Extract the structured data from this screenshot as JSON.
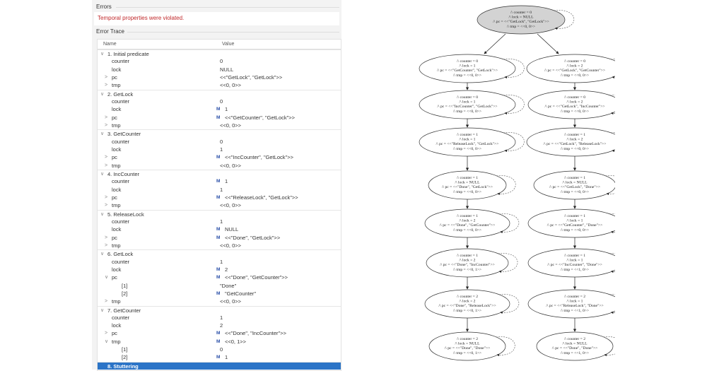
{
  "errors_label": "Errors",
  "error_message": "Temporal properties were violated.",
  "trace_label": "Error Trace",
  "columns": {
    "name": "Name",
    "value": "Value"
  },
  "modified_marker": "M",
  "colors": {
    "error": "#c0282a",
    "selection": "#2b74c7",
    "modified": "#2a4fa8",
    "initial_node": "#d3d3d3"
  },
  "trace": [
    {
      "label": "1. Initial predicate",
      "expanded": true,
      "vars": [
        {
          "name": "counter",
          "value": "0",
          "m": false
        },
        {
          "name": "lock",
          "value": "NULL",
          "m": false
        },
        {
          "name": "pc",
          "value": "<<\"GetLock\", \"GetLock\">>",
          "m": false,
          "exp": "collapsed"
        },
        {
          "name": "tmp",
          "value": "<<0, 0>>",
          "m": false,
          "exp": "collapsed"
        }
      ]
    },
    {
      "label": "2. GetLock",
      "expanded": true,
      "vars": [
        {
          "name": "counter",
          "value": "0",
          "m": false
        },
        {
          "name": "lock",
          "value": "1",
          "m": true
        },
        {
          "name": "pc",
          "value": "<<\"GetCounter\", \"GetLock\">>",
          "m": true,
          "exp": "collapsed"
        },
        {
          "name": "tmp",
          "value": "<<0, 0>>",
          "m": false,
          "exp": "collapsed"
        }
      ]
    },
    {
      "label": "3. GetCounter",
      "expanded": true,
      "vars": [
        {
          "name": "counter",
          "value": "0",
          "m": false
        },
        {
          "name": "lock",
          "value": "1",
          "m": false
        },
        {
          "name": "pc",
          "value": "<<\"IncCounter\", \"GetLock\">>",
          "m": true,
          "exp": "collapsed"
        },
        {
          "name": "tmp",
          "value": "<<0, 0>>",
          "m": false,
          "exp": "collapsed"
        }
      ]
    },
    {
      "label": "4. IncCounter",
      "expanded": true,
      "vars": [
        {
          "name": "counter",
          "value": "1",
          "m": true
        },
        {
          "name": "lock",
          "value": "1",
          "m": false
        },
        {
          "name": "pc",
          "value": "<<\"ReleaseLock\", \"GetLock\">>",
          "m": true,
          "exp": "collapsed"
        },
        {
          "name": "tmp",
          "value": "<<0, 0>>",
          "m": false,
          "exp": "collapsed"
        }
      ]
    },
    {
      "label": "5. ReleaseLock",
      "expanded": true,
      "vars": [
        {
          "name": "counter",
          "value": "1",
          "m": false
        },
        {
          "name": "lock",
          "value": "NULL",
          "m": true
        },
        {
          "name": "pc",
          "value": "<<\"Done\", \"GetLock\">>",
          "m": true,
          "exp": "collapsed"
        },
        {
          "name": "tmp",
          "value": "<<0, 0>>",
          "m": false,
          "exp": "collapsed"
        }
      ]
    },
    {
      "label": "6. GetLock",
      "expanded": true,
      "vars": [
        {
          "name": "counter",
          "value": "1",
          "m": false
        },
        {
          "name": "lock",
          "value": "2",
          "m": true
        },
        {
          "name": "pc",
          "value": "<<\"Done\", \"GetCounter\">>",
          "m": true,
          "exp": "expanded"
        },
        {
          "name": "[1]",
          "value": "\"Done\"",
          "m": false,
          "sub": true
        },
        {
          "name": "[2]",
          "value": "\"GetCounter\"",
          "m": true,
          "sub": true
        },
        {
          "name": "tmp",
          "value": "<<0, 0>>",
          "m": false,
          "exp": "collapsed"
        }
      ]
    },
    {
      "label": "7. GetCounter",
      "expanded": true,
      "vars": [
        {
          "name": "counter",
          "value": "1",
          "m": false
        },
        {
          "name": "lock",
          "value": "2",
          "m": false
        },
        {
          "name": "pc",
          "value": "<<\"Done\", \"IncCounter\">>",
          "m": true,
          "exp": "collapsed"
        },
        {
          "name": "tmp",
          "value": "<<0, 1>>",
          "m": true,
          "exp": "expanded"
        },
        {
          "name": "[1]",
          "value": "0",
          "m": false,
          "sub": true
        },
        {
          "name": "[2]",
          "value": "1",
          "m": true,
          "sub": true
        }
      ]
    },
    {
      "label": "8. Stuttering",
      "expanded": false,
      "selected": true,
      "vars": []
    }
  ],
  "graph": {
    "initial": [
      "/\\ counter = 0",
      "/\\ lock = NULL",
      "/\\ pc = <<\"GetLock\", \"GetLock\">>",
      "/\\ tmp = <<0, 0>>"
    ],
    "left": [
      [
        "/\\ counter = 0",
        "/\\ lock = 1",
        "/\\ pc = <<\"GetCounter\", \"GetLock\">>",
        "/\\ tmp = <<0, 0>>"
      ],
      [
        "/\\ counter = 0",
        "/\\ lock = 1",
        "/\\ pc = <<\"IncCounter\", \"GetLock\">>",
        "/\\ tmp = <<0, 0>>"
      ],
      [
        "/\\ counter = 1",
        "/\\ lock = 1",
        "/\\ pc = <<\"ReleaseLock\", \"GetLock\">>",
        "/\\ tmp = <<0, 0>>"
      ],
      [
        "/\\ counter = 1",
        "/\\ lock = NULL",
        "/\\ pc = <<\"Done\", \"GetLock\">>",
        "/\\ tmp = <<0, 0>>"
      ],
      [
        "/\\ counter = 1",
        "/\\ lock = 2",
        "/\\ pc = <<\"Done\", \"GetCounter\">>",
        "/\\ tmp = <<0, 0>>"
      ],
      [
        "/\\ counter = 1",
        "/\\ lock = 2",
        "/\\ pc = <<\"Done\", \"IncCounter\">>",
        "/\\ tmp = <<0, 1>>"
      ],
      [
        "/\\ counter = 2",
        "/\\ lock = 2",
        "/\\ pc = <<\"Done\", \"ReleaseLock\">>",
        "/\\ tmp = <<0, 1>>"
      ],
      [
        "/\\ counter = 2",
        "/\\ lock = NULL",
        "/\\ pc = <<\"Done\", \"Done\">>",
        "/\\ tmp = <<0, 1>>"
      ]
    ],
    "right": [
      [
        "/\\ counter = 0",
        "/\\ lock = 2",
        "/\\ pc = <<\"GetLock\", \"GetCounter\">>",
        "/\\ tmp = <<0, 0>>"
      ],
      [
        "/\\ counter = 0",
        "/\\ lock = 2",
        "/\\ pc = <<\"GetLock\", \"IncCounter\">>",
        "/\\ tmp = <<0, 0>>"
      ],
      [
        "/\\ counter = 1",
        "/\\ lock = 2",
        "/\\ pc = <<\"GetLock\", \"ReleaseLock\">>",
        "/\\ tmp = <<0, 0>>"
      ],
      [
        "/\\ counter = 1",
        "/\\ lock = NULL",
        "/\\ pc = <<\"GetLock\", \"Done\">>",
        "/\\ tmp = <<0, 0>>"
      ],
      [
        "/\\ counter = 1",
        "/\\ lock = 1",
        "/\\ pc = <<\"GetCounter\", \"Done\">>",
        "/\\ tmp = <<0, 0>>"
      ],
      [
        "/\\ counter = 1",
        "/\\ lock = 1",
        "/\\ pc = <<\"IncCounter\", \"Done\">>",
        "/\\ tmp = <<1, 0>>"
      ],
      [
        "/\\ counter = 2",
        "/\\ lock = 1",
        "/\\ pc = <<\"ReleaseLock\", \"Done\">>",
        "/\\ tmp = <<1, 0>>"
      ],
      [
        "/\\ counter = 2",
        "/\\ lock = NULL",
        "/\\ pc = <<\"Done\", \"Done\">>",
        "/\\ tmp = <<1, 0>>"
      ]
    ]
  }
}
